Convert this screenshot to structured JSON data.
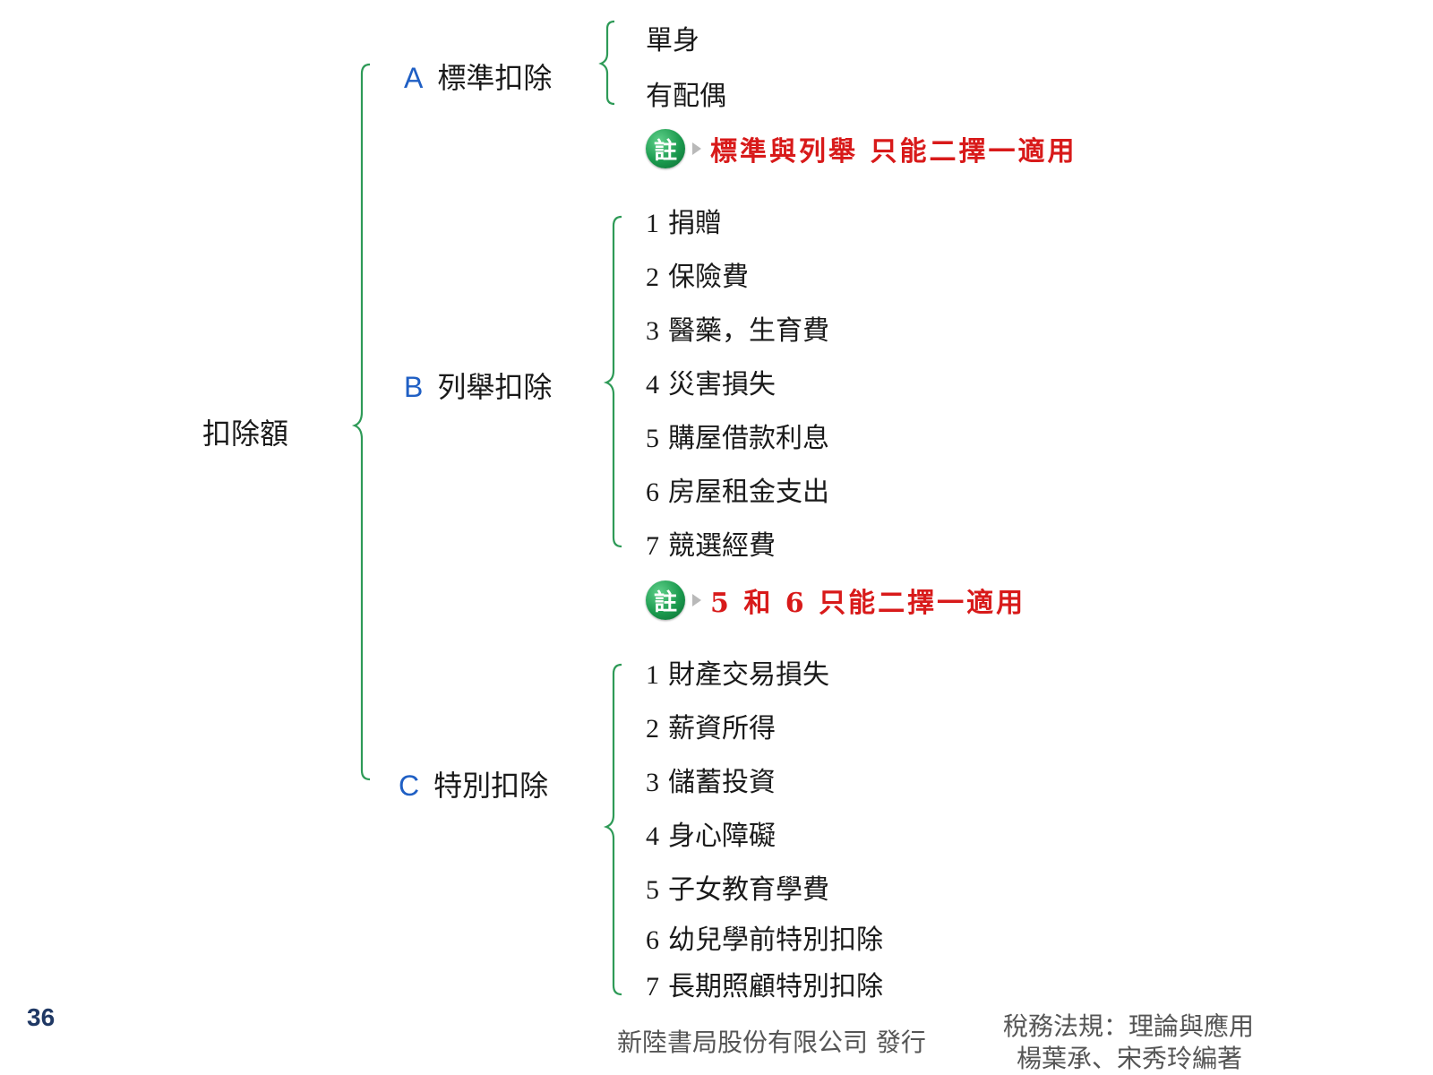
{
  "root": {
    "label": "扣除額"
  },
  "categories": [
    {
      "letter": "A",
      "label": "標準扣除"
    },
    {
      "letter": "B",
      "label": "列舉扣除"
    },
    {
      "letter": "C",
      "label": "特別扣除"
    }
  ],
  "standard_items": [
    {
      "label": "單身"
    },
    {
      "label": "有配偶"
    }
  ],
  "itemized_items": [
    {
      "num": "1",
      "label": "捐贈"
    },
    {
      "num": "2",
      "label": "保險費"
    },
    {
      "num": "3",
      "label": "醫藥，生育費"
    },
    {
      "num": "4",
      "label": "災害損失"
    },
    {
      "num": "5",
      "label": "購屋借款利息"
    },
    {
      "num": "6",
      "label": "房屋租金支出"
    },
    {
      "num": "7",
      "label": "競選經費"
    }
  ],
  "special_items": [
    {
      "num": "1",
      "label": "財產交易損失"
    },
    {
      "num": "2",
      "label": "薪資所得"
    },
    {
      "num": "3",
      "label": "儲蓄投資"
    },
    {
      "num": "4",
      "label": "身心障礙"
    },
    {
      "num": "5",
      "label": "子女教育學費"
    },
    {
      "num": "6",
      "label": "幼兒學前特別扣除"
    },
    {
      "num": "7",
      "label": "長期照顧特別扣除"
    }
  ],
  "notes": [
    {
      "badge": "註",
      "text": "標準與列舉 只能二擇一適用"
    },
    {
      "badge": "註",
      "text": "5 和 6 只能二擇一適用"
    }
  ],
  "footer": {
    "page_number": "36",
    "publisher": "新陸書局股份有限公司 發行",
    "book_title": "稅務法規：理論與應用",
    "authors": "楊葉承、宋秀玲編著"
  },
  "colors": {
    "brace": "#2e9a57",
    "category_letter": "#1f5fc4",
    "note_text": "#d81a1a",
    "note_badge": "#1b9a4e",
    "page_number": "#1f3864"
  }
}
